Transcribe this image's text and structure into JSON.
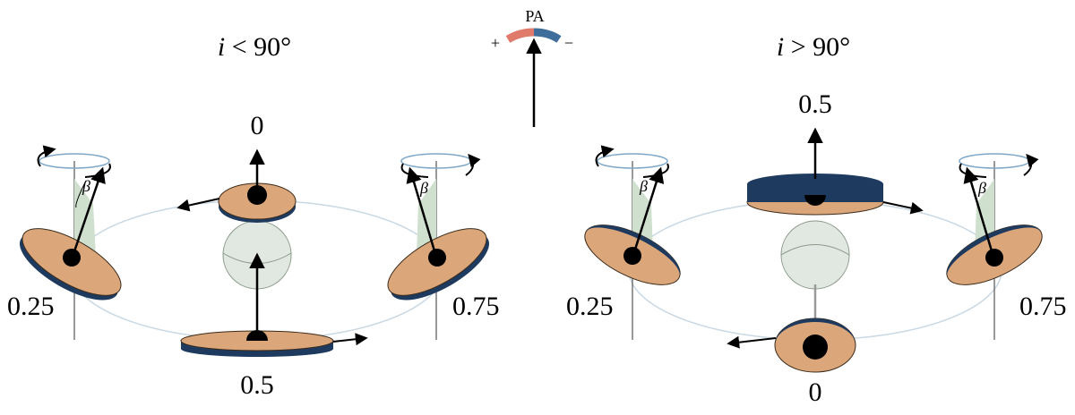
{
  "colors": {
    "disk_top": "#dba77a",
    "disk_edge": "#1e3a5f",
    "orbit": "#c9d8e3",
    "cone": "#cfe0cf",
    "star": "#e1e7e1",
    "pa_plus": "#e07a6a",
    "pa_minus": "#3f6e9a"
  },
  "pa_indicator": {
    "label": "PA",
    "plus_sign": "+",
    "minus_sign": "−"
  },
  "panels": {
    "left": {
      "title_var": "i",
      "title_rest": " < 90°",
      "phase_top": "0",
      "phase_left": "0.25",
      "phase_right": "0.75",
      "phase_bottom": "0.5",
      "beta_left": "β",
      "beta_right": "β"
    },
    "right": {
      "title_var": "i",
      "title_rest": " > 90°",
      "phase_top": "0.5",
      "phase_left": "0.25",
      "phase_right": "0.75",
      "phase_bottom": "0",
      "beta_left": "β",
      "beta_right": "β"
    }
  }
}
